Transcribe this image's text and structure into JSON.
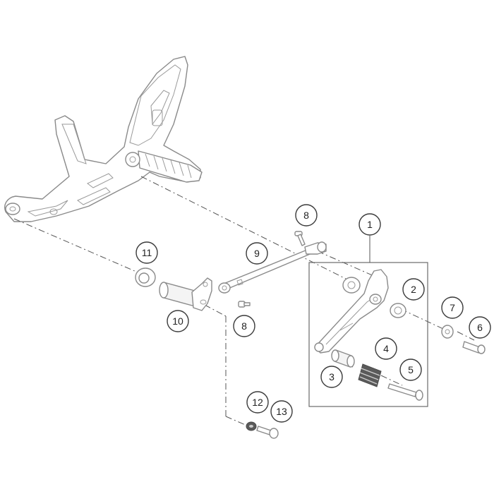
{
  "diagram": {
    "callouts": [
      "1",
      "2",
      "3",
      "4",
      "5",
      "6",
      "7",
      "8",
      "8",
      "9",
      "10",
      "11",
      "12",
      "13"
    ]
  }
}
